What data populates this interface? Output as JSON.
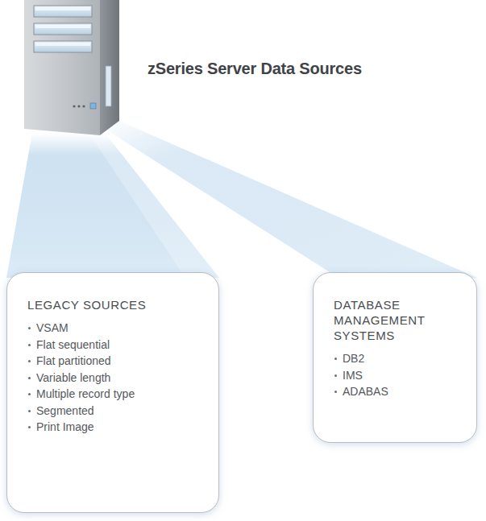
{
  "diagram": {
    "title": "zSeries Server Data Sources",
    "nodes": [
      {
        "text": [
          "LEGACY SOURCES",
          "VSAM",
          "Flat sequential",
          "Flat partitioned",
          "Variable length",
          "Multiple record type",
          "Segmented",
          "Print Image"
        ]
      },
      {
        "text": [
          "DATABASE MANAGEMENT SYSTEMS",
          "DB2",
          "IMS",
          "ADABAS"
        ]
      }
    ]
  }
}
